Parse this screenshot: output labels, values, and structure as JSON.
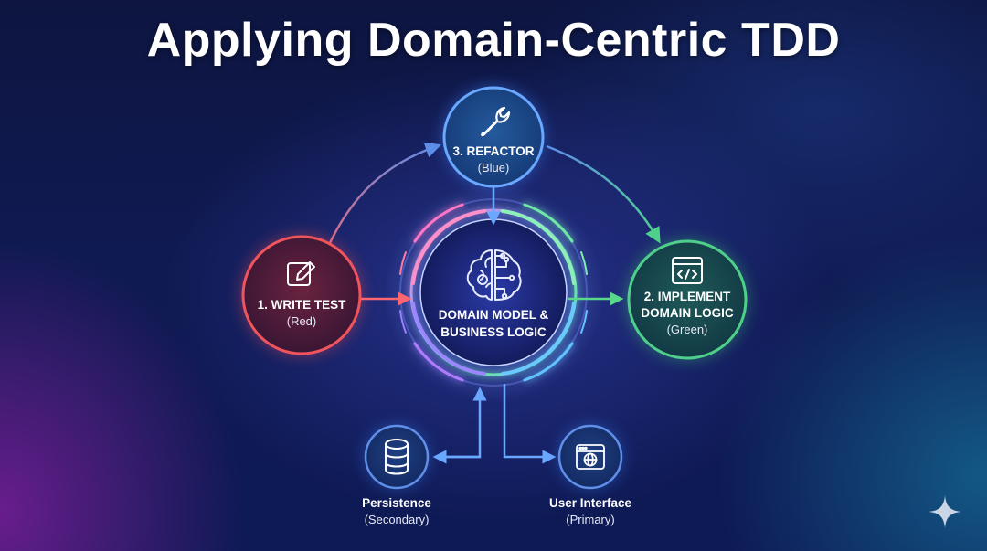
{
  "title": "Applying Domain-Centric TDD",
  "core": {
    "line1": "DOMAIN MODEL &",
    "line2": "BUSINESS LOGIC",
    "icon": "brain-gear-icon"
  },
  "steps": [
    {
      "title": "1. WRITE TEST",
      "subtitle": "(Red)",
      "icon": "edit-icon",
      "color": "#e5484d"
    },
    {
      "title_line1": "2. IMPLEMENT",
      "title_line2": "DOMAIN LOGIC",
      "subtitle": "(Green)",
      "icon": "code-window-icon",
      "color": "#3fcf6e"
    },
    {
      "title": "3. REFACTOR",
      "subtitle": "(Blue)",
      "icon": "wrench-icon",
      "color": "#3b82f6"
    }
  ],
  "layers": [
    {
      "title": "Persistence",
      "subtitle": "(Secondary)",
      "icon": "database-icon"
    },
    {
      "title": "User Interface",
      "subtitle": "(Primary)",
      "icon": "browser-globe-icon"
    }
  ],
  "decor": {
    "icon": "sparkle-icon"
  }
}
